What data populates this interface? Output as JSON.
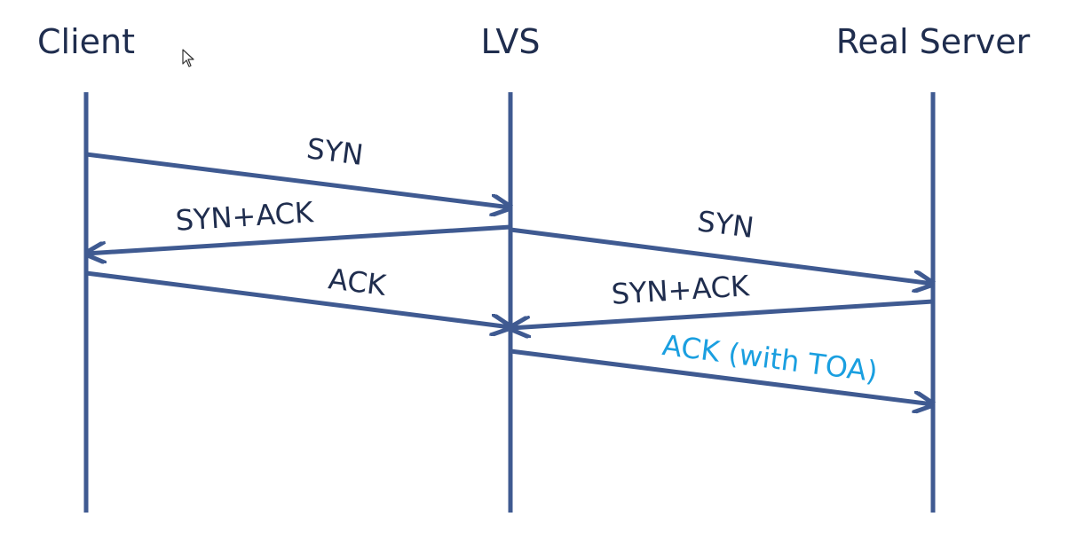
{
  "participants": {
    "client": "Client",
    "lvs": "LVS",
    "real_server": "Real Server"
  },
  "messages": [
    {
      "from": "client",
      "to": "lvs",
      "label": "SYN"
    },
    {
      "from": "lvs",
      "to": "client",
      "label": "SYN+ACK"
    },
    {
      "from": "client",
      "to": "lvs",
      "label": "ACK"
    },
    {
      "from": "lvs",
      "to": "real_server",
      "label": "SYN"
    },
    {
      "from": "real_server",
      "to": "lvs",
      "label": "SYN+ACK"
    },
    {
      "from": "lvs",
      "to": "real_server",
      "label": "ACK (with TOA)"
    }
  ],
  "colors": {
    "line": "#3f5a91",
    "text": "#1f2d4e",
    "highlight": "#1a9fe0"
  },
  "icons": {
    "cursor": "mouse-pointer-icon"
  }
}
